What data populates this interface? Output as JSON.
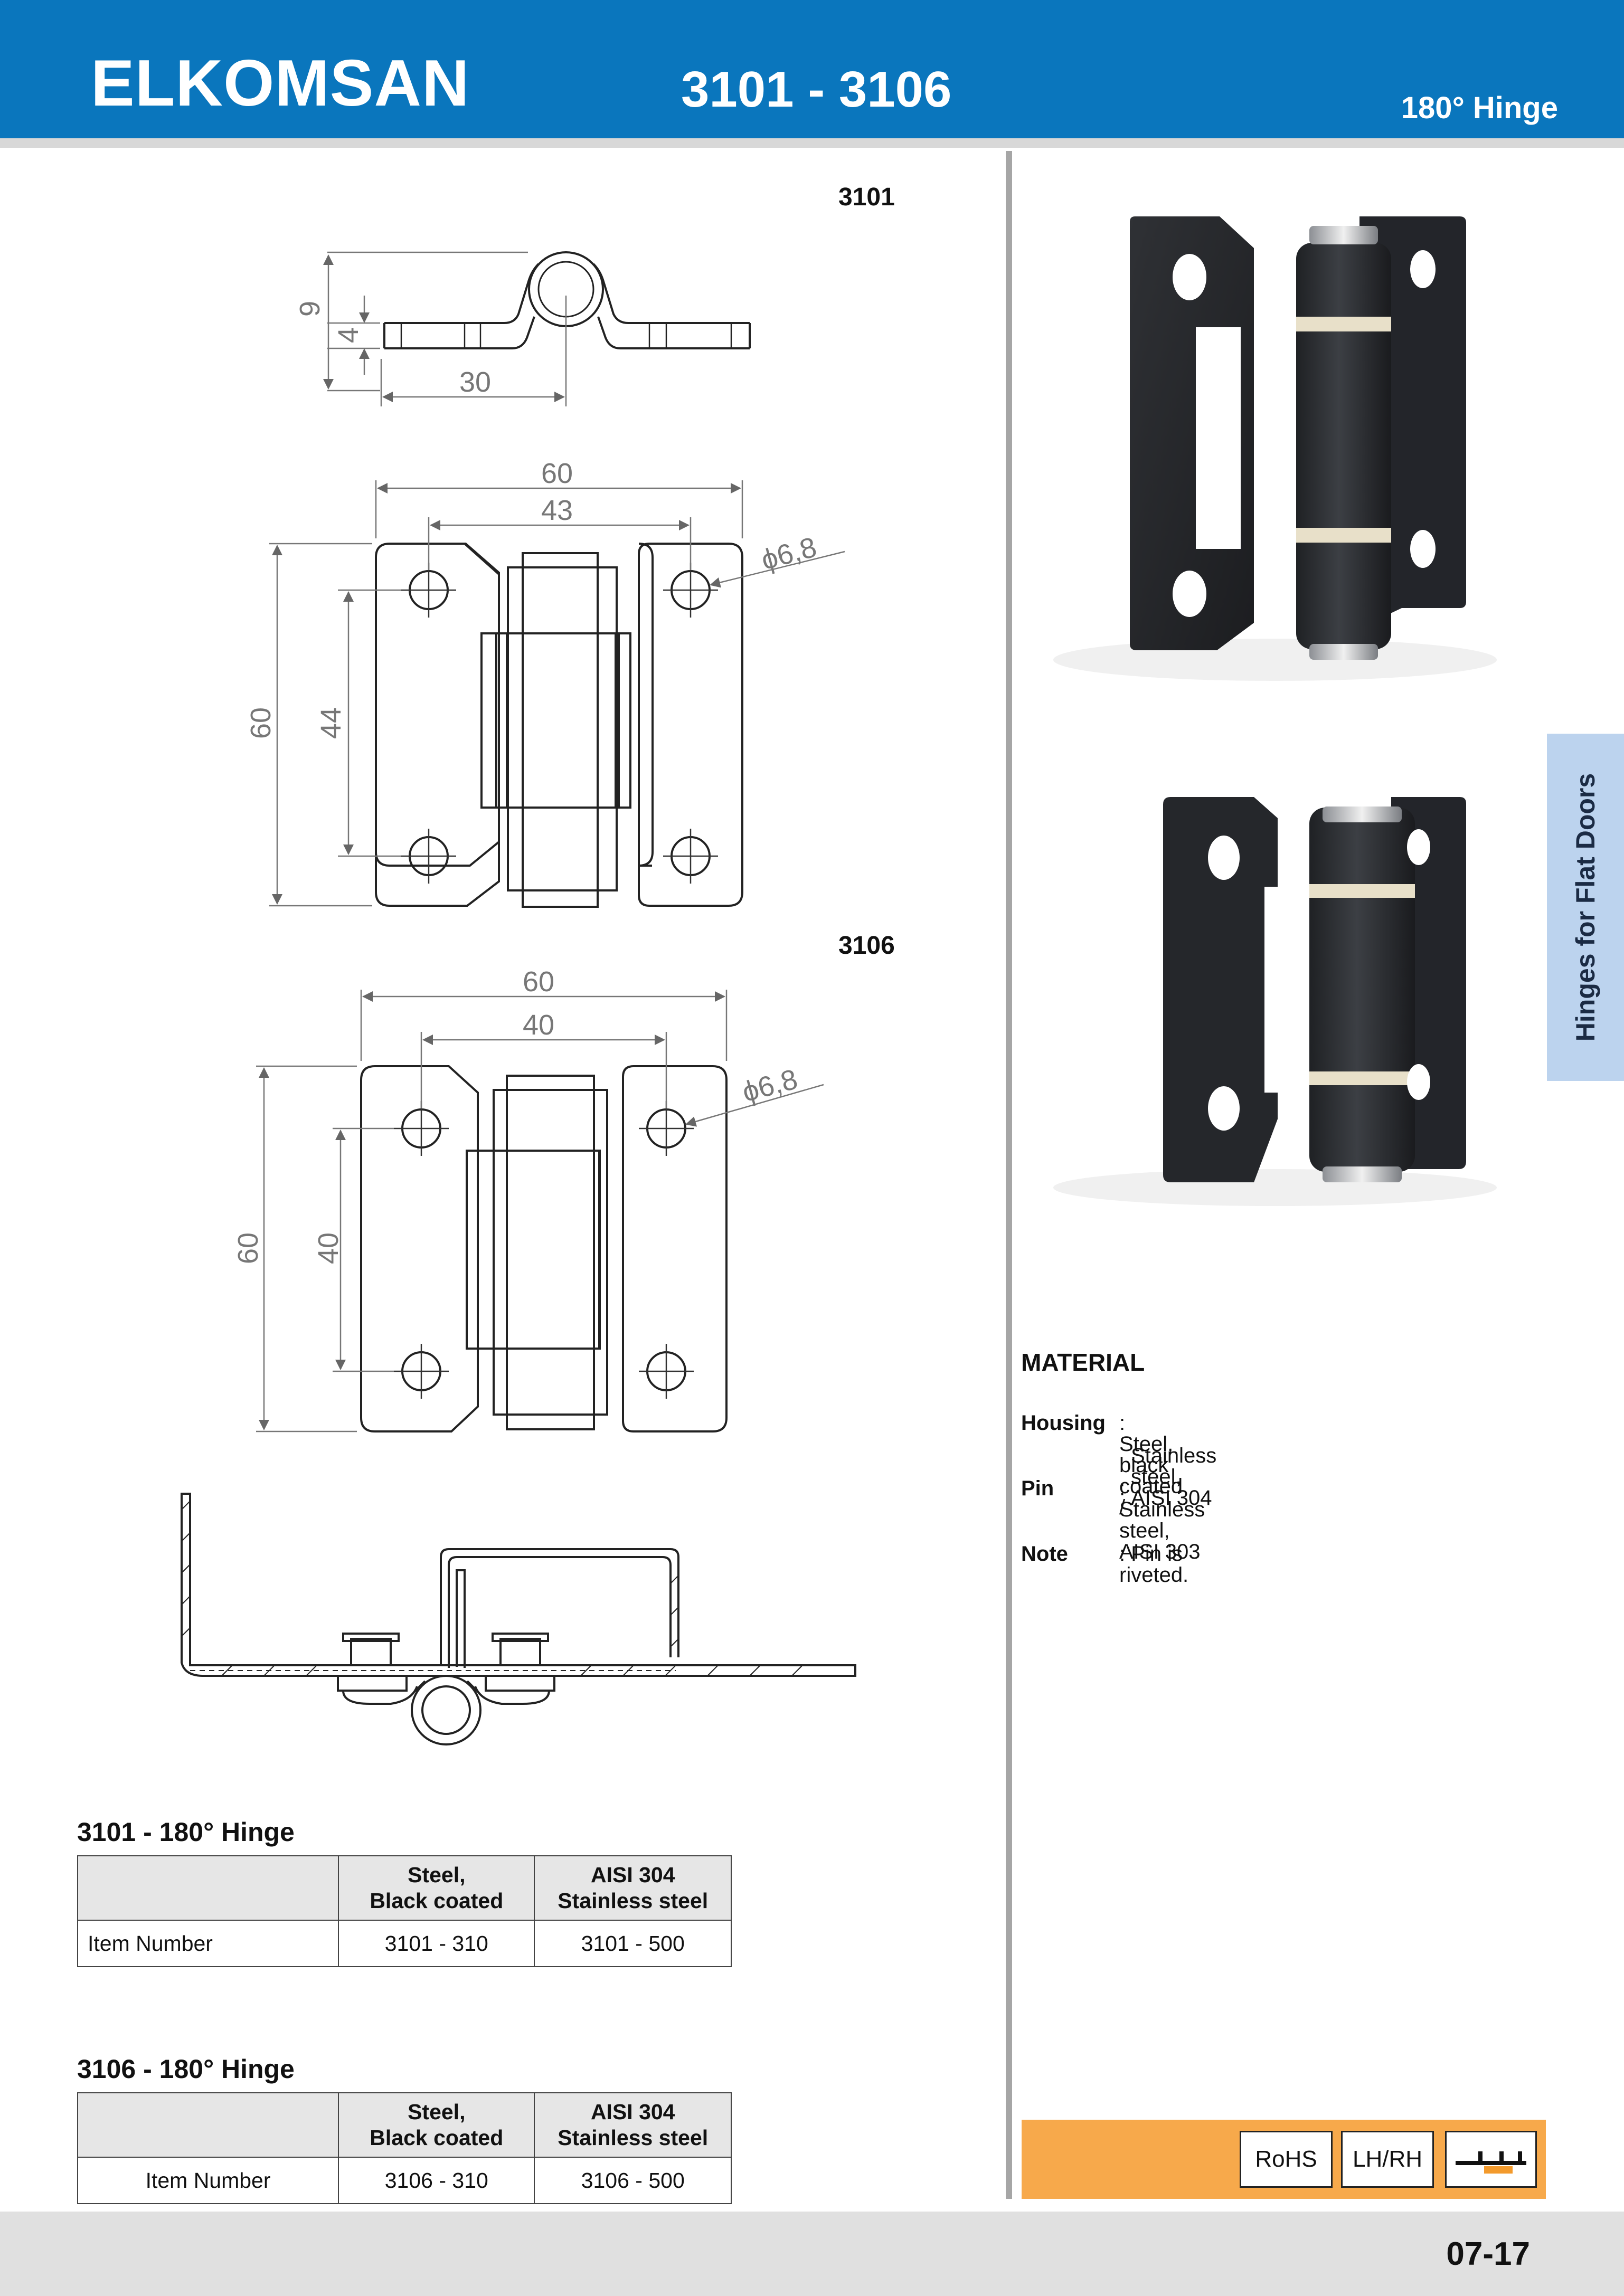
{
  "header": {
    "brand": "ELKOMSAN",
    "model_range": "3101 - 3106",
    "hinge_type": "180° Hinge"
  },
  "drawings": {
    "label_3101": "3101",
    "label_3106": "3106",
    "dims_3101_side": [
      "9",
      "4",
      "30"
    ],
    "dims_3101_front": [
      "60",
      "43",
      "60",
      "44",
      "ϕ6,8"
    ],
    "dims_3106_front": [
      "60",
      "40",
      "60",
      "40",
      "ϕ6,8"
    ]
  },
  "side_tab": "Hinges for Flat Doors",
  "material": {
    "title": "MATERIAL",
    "housing_label": "Housing",
    "housing_line1": ": Steel, black coated /",
    "housing_line2": "Stainless steel, AISI 304",
    "pin_label": "Pin",
    "pin_value": ": Stainless steel, AISI 303",
    "note_label": "Note",
    "note_value": ": Pin is riveted."
  },
  "table_3101": {
    "title": "3101 - 180° Hinge",
    "col1_line1": "Steel,",
    "col1_line2": "Black coated",
    "col2_line1": "AISI 304",
    "col2_line2": "Stainless steel",
    "row_label": "Item Number",
    "val1": "3101 - 310",
    "val2": "3101 - 500"
  },
  "table_3106": {
    "title": "3106 - 180° Hinge",
    "col1_line1": "Steel,",
    "col1_line2": "Black coated",
    "col2_line1": "AISI 304",
    "col2_line2": "Stainless steel",
    "row_label": "Item Number",
    "val1": "3106 - 310",
    "val2": "3106 - 500"
  },
  "certifications": [
    "RoHS",
    "LH/RH"
  ],
  "icons": {
    "mount": "flat-door-mount-icon"
  },
  "colors": {
    "header": "#0a76bd",
    "cert_bar": "#f7a94b",
    "side_tab": "#bcd3ee",
    "product": "#2a2c30"
  },
  "page_number": "07-17"
}
